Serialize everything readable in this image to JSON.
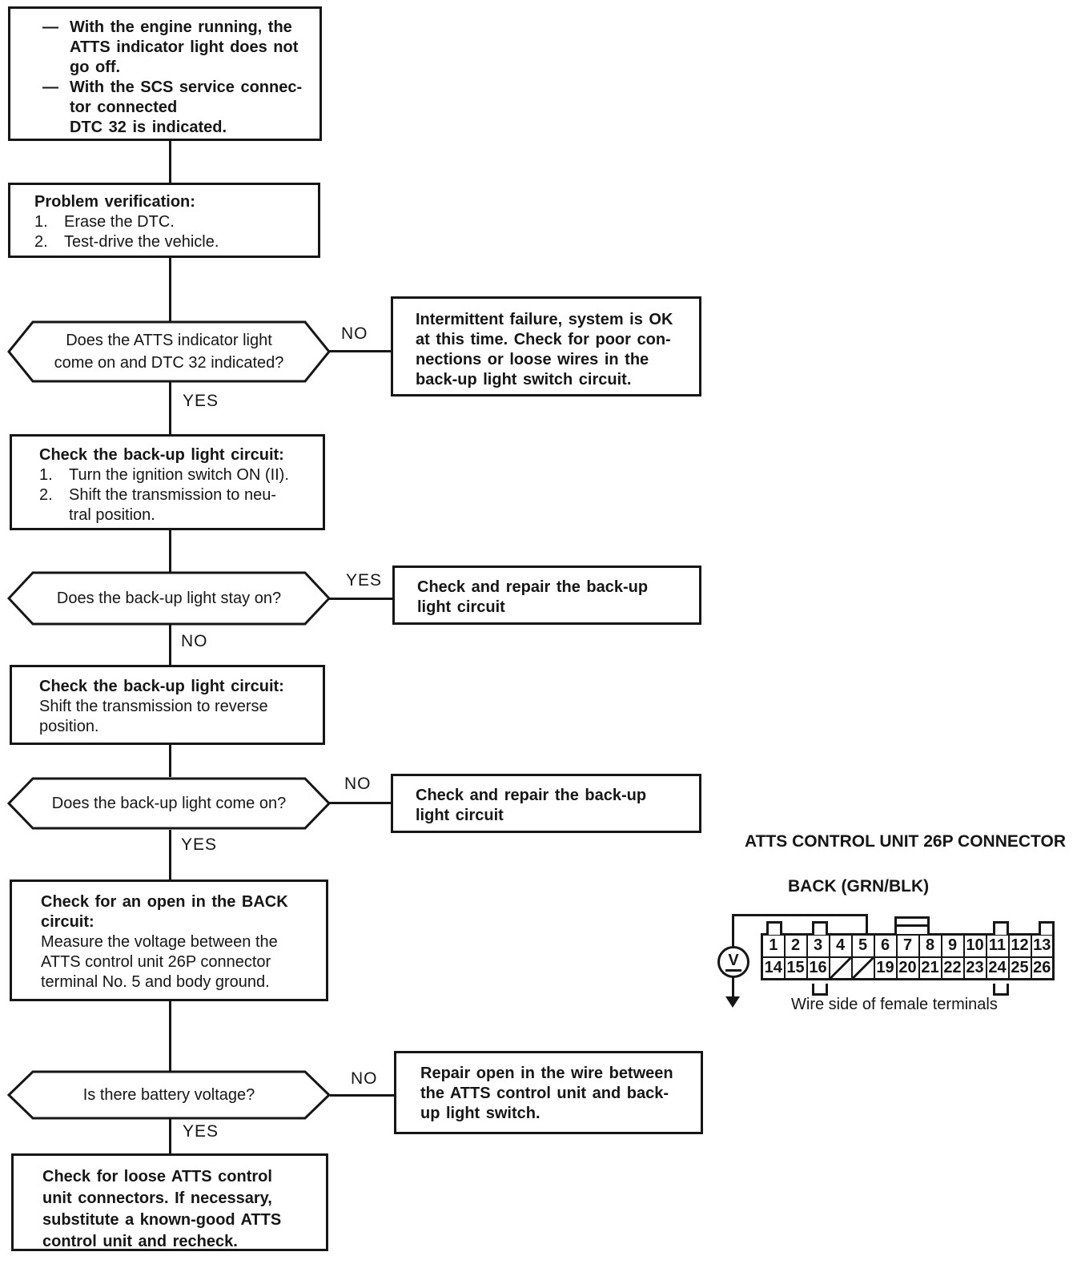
{
  "ink": "#161616",
  "labels": {
    "yes": "YES",
    "no": "NO"
  },
  "flow": {
    "symptom": {
      "bullets": [
        {
          "mark": "—",
          "lines": [
            "With the engine running, the",
            "ATTS indicator light does not",
            "go off."
          ]
        },
        {
          "mark": "—",
          "lines": [
            "With the SCS service connec-",
            "tor connected",
            "DTC 32 is indicated."
          ]
        }
      ]
    },
    "verification": {
      "title": "Problem verification:",
      "steps": [
        {
          "num": "1.",
          "lines": [
            "Erase the DTC."
          ]
        },
        {
          "num": "2.",
          "lines": [
            "Test-drive the vehicle."
          ]
        }
      ]
    },
    "q_indicator": {
      "lines": [
        "Does the ATTS indicator light",
        "come on and DTC 32 indicated?"
      ]
    },
    "intermittent": {
      "lines": [
        "Intermittent failure, system is OK",
        "at this time. Check for poor con-",
        "nections or loose wires in the",
        "back-up light switch circuit."
      ]
    },
    "circuit_neutral": {
      "title": "Check the back-up light circuit:",
      "steps": [
        {
          "num": "1.",
          "lines": [
            "Turn the ignition switch ON (II)."
          ]
        },
        {
          "num": "2.",
          "lines": [
            "Shift the transmission to neu-",
            "tral position."
          ]
        }
      ]
    },
    "q_stay_on": {
      "lines": [
        "Does the back-up light stay on?"
      ]
    },
    "repair_backup_1": {
      "lines": [
        "Check and repair the back-up",
        "light circuit"
      ]
    },
    "circuit_reverse": {
      "title": "Check the back-up light circuit:",
      "lines": [
        "Shift the transmission to reverse",
        "position."
      ]
    },
    "q_come_on": {
      "lines": [
        "Does the back-up light come on?"
      ]
    },
    "repair_backup_2": {
      "lines": [
        "Check and repair the back-up",
        "light circuit"
      ]
    },
    "open_check": {
      "title_lines": [
        "Check for an open in the BACK",
        "circuit:"
      ],
      "lines": [
        "Measure the voltage between the",
        "ATTS control unit 26P connector",
        "terminal No. 5 and body ground."
      ]
    },
    "q_voltage": {
      "lines": [
        "Is there battery voltage?"
      ]
    },
    "repair_open": {
      "lines": [
        "Repair open in the wire between",
        "the ATTS control unit and back-",
        "up light switch."
      ]
    },
    "final": {
      "lines": [
        "Check for loose ATTS control",
        "unit connectors. If necessary,",
        "substitute a known-good ATTS",
        "control unit and recheck."
      ]
    }
  },
  "connector": {
    "title": "ATTS CONTROL UNIT 26P CONNECTOR",
    "wire_label": "BACK (GRN/BLK)",
    "meter_symbol": "V",
    "caption": "Wire side of female terminals",
    "row1": [
      "1",
      "2",
      "3",
      "4",
      "5",
      "6",
      "7",
      "8",
      "9",
      "10",
      "11",
      "12",
      "13"
    ],
    "row2": [
      "14",
      "15",
      "16",
      "",
      "",
      "19",
      "20",
      "21",
      "22",
      "23",
      "24",
      "25",
      "26"
    ]
  }
}
